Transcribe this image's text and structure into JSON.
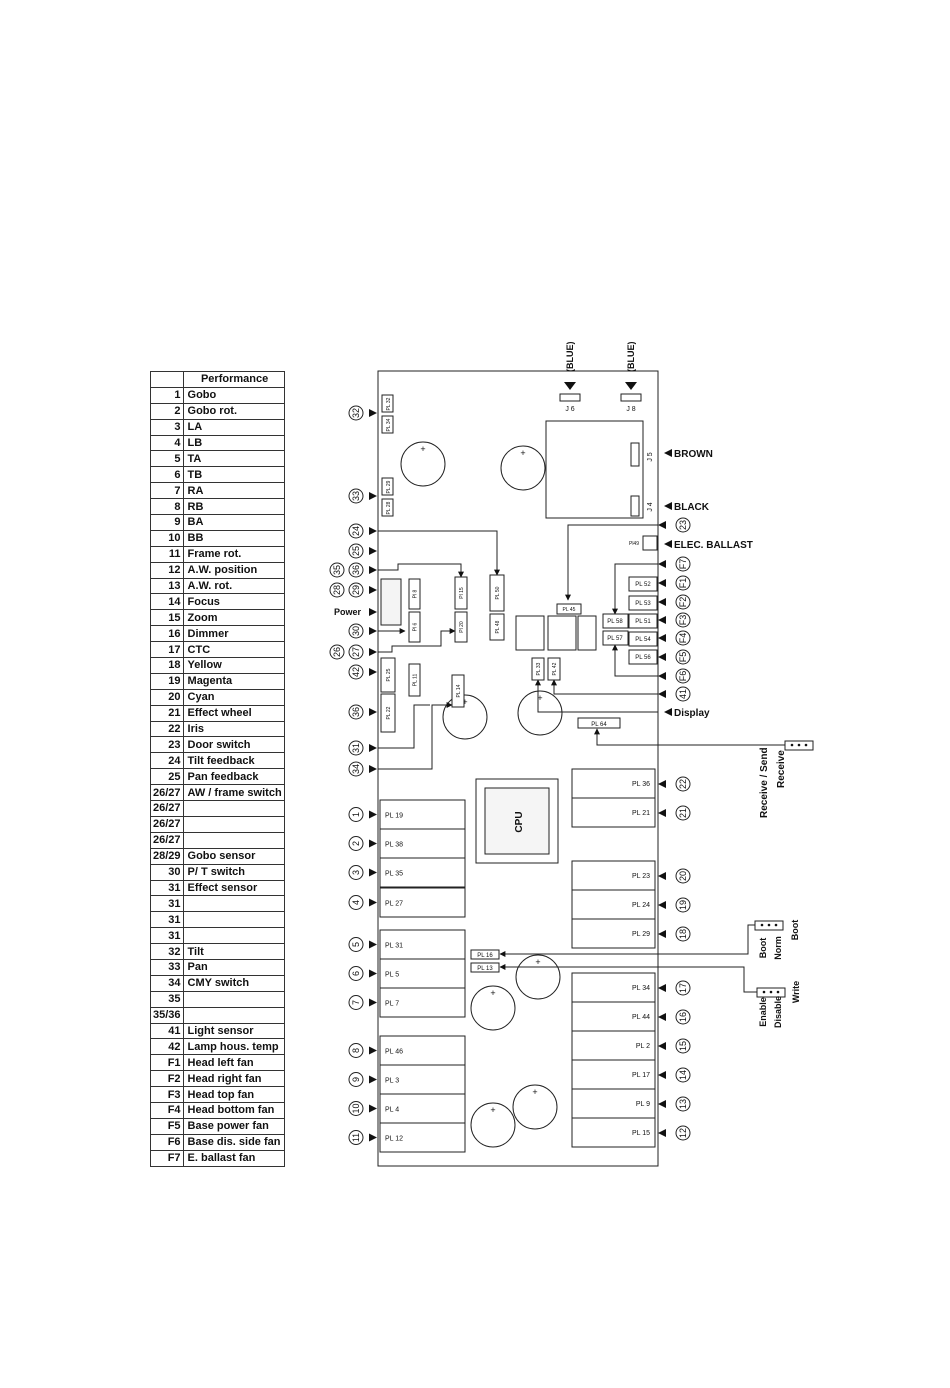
{
  "legend": {
    "header": "Performance",
    "rows": [
      {
        "num": "1",
        "name": "Gobo"
      },
      {
        "num": "2",
        "name": "Gobo rot."
      },
      {
        "num": "3",
        "name": "LA"
      },
      {
        "num": "4",
        "name": "LB"
      },
      {
        "num": "5",
        "name": "TA"
      },
      {
        "num": "6",
        "name": "TB"
      },
      {
        "num": "7",
        "name": "RA"
      },
      {
        "num": "8",
        "name": "RB"
      },
      {
        "num": "9",
        "name": "BA"
      },
      {
        "num": "10",
        "name": "BB"
      },
      {
        "num": "11",
        "name": "Frame rot."
      },
      {
        "num": "12",
        "name": "A.W. position"
      },
      {
        "num": "13",
        "name": "A.W. rot."
      },
      {
        "num": "14",
        "name": "Focus"
      },
      {
        "num": "15",
        "name": "Zoom"
      },
      {
        "num": "16",
        "name": "Dimmer"
      },
      {
        "num": "17",
        "name": "CTC"
      },
      {
        "num": "18",
        "name": "Yellow"
      },
      {
        "num": "19",
        "name": "Magenta"
      },
      {
        "num": "20",
        "name": "Cyan"
      },
      {
        "num": "21",
        "name": "Effect wheel"
      },
      {
        "num": "22",
        "name": "Iris"
      },
      {
        "num": "23",
        "name": "Door switch"
      },
      {
        "num": "24",
        "name": "Tilt feedback"
      },
      {
        "num": "25",
        "name": "Pan feedback"
      },
      {
        "num": "26/27",
        "name": "AW / frame switch"
      },
      {
        "num": "26/27",
        "name": ""
      },
      {
        "num": "26/27",
        "name": ""
      },
      {
        "num": "26/27",
        "name": ""
      },
      {
        "num": "28/29",
        "name": "Gobo sensor"
      },
      {
        "num": "30",
        "name": "P/ T switch"
      },
      {
        "num": "31",
        "name": "Effect sensor"
      },
      {
        "num": "31",
        "name": ""
      },
      {
        "num": "31",
        "name": ""
      },
      {
        "num": "31",
        "name": ""
      },
      {
        "num": "32",
        "name": "Tilt"
      },
      {
        "num": "33",
        "name": "Pan"
      },
      {
        "num": "34",
        "name": "CMY switch"
      },
      {
        "num": "35",
        "name": ""
      },
      {
        "num": "35/36",
        "name": ""
      },
      {
        "num": "41",
        "name": "Light sensor"
      },
      {
        "num": "42",
        "name": "Lamp hous. temp"
      },
      {
        "num": "F1",
        "name": "Head left fan"
      },
      {
        "num": "F2",
        "name": "Head right fan"
      },
      {
        "num": "F3",
        "name": "Head top fan"
      },
      {
        "num": "F4",
        "name": "Head bottom fan"
      },
      {
        "num": "F5",
        "name": "Base power fan"
      },
      {
        "num": "F6",
        "name": "Base dis. side fan"
      },
      {
        "num": "F7",
        "name": "E. ballast fan"
      }
    ]
  },
  "board": {
    "top_connectors": [
      {
        "id": "j6",
        "label": "J 6",
        "note": "(BLUE)"
      },
      {
        "id": "j8",
        "label": "J 8",
        "note": "(BLUE)"
      }
    ],
    "side_connectors": {
      "j5": "J 5",
      "j4": "J 4",
      "pl49": "Pl49",
      "pl45": "PL 45"
    },
    "right_labels": {
      "brown": "BROWN",
      "black": "BLACK",
      "ballast": "ELEC. BALLAST",
      "display": "Display",
      "power": "Power"
    },
    "cpu_label": "CPU",
    "left_small": [
      "PL 32",
      "PL 34",
      "PL 29",
      "PL 28",
      "Pl 8",
      "Pl 6",
      "Pl 15",
      "Pl 20",
      "PL 50",
      "PL 48",
      "PL 25",
      "PL 22",
      "PL 11",
      "PL 14",
      "PL 33",
      "PL 42",
      "PL 64",
      "PL 16",
      "PL 13"
    ],
    "left_plugs": [
      "PL 19",
      "PL 38",
      "PL 35",
      "PL 27",
      "PL 31",
      "PL 5",
      "PL 7",
      "PL 46",
      "PL 3",
      "PL 4",
      "PL 12"
    ],
    "right_plugs": [
      "PL 36",
      "PL 21",
      "PL 23",
      "PL 24",
      "PL 29",
      "PL 34",
      "PL 44",
      "PL 2",
      "PL 17",
      "PL 9",
      "PL 15"
    ],
    "fan_plugs": [
      "PL 52",
      "PL 53",
      "PL 51",
      "PL 54",
      "PL 56",
      "PL 58",
      "PL 57"
    ],
    "left_markers": [
      "32",
      "33",
      "24",
      "25",
      "36",
      "35",
      "29",
      "28",
      "30",
      "27",
      "26",
      "42",
      "36",
      "31",
      "34",
      "1",
      "2",
      "3",
      "4",
      "5",
      "6",
      "7",
      "8",
      "9",
      "10",
      "11"
    ],
    "right_markers": [
      "23",
      "F7",
      "F1",
      "F2",
      "F3",
      "F4",
      "F5",
      "F6",
      "41",
      "22",
      "21",
      "20",
      "19",
      "18",
      "17",
      "16",
      "15",
      "14",
      "13",
      "12"
    ],
    "jumpers": {
      "receive_send": "Receive / Send",
      "receive": "Receive",
      "boot1": "Boot",
      "norm": "Norm",
      "boot2": "Boot",
      "enable": "Enable",
      "disable": "Disable",
      "write": "Write"
    }
  }
}
